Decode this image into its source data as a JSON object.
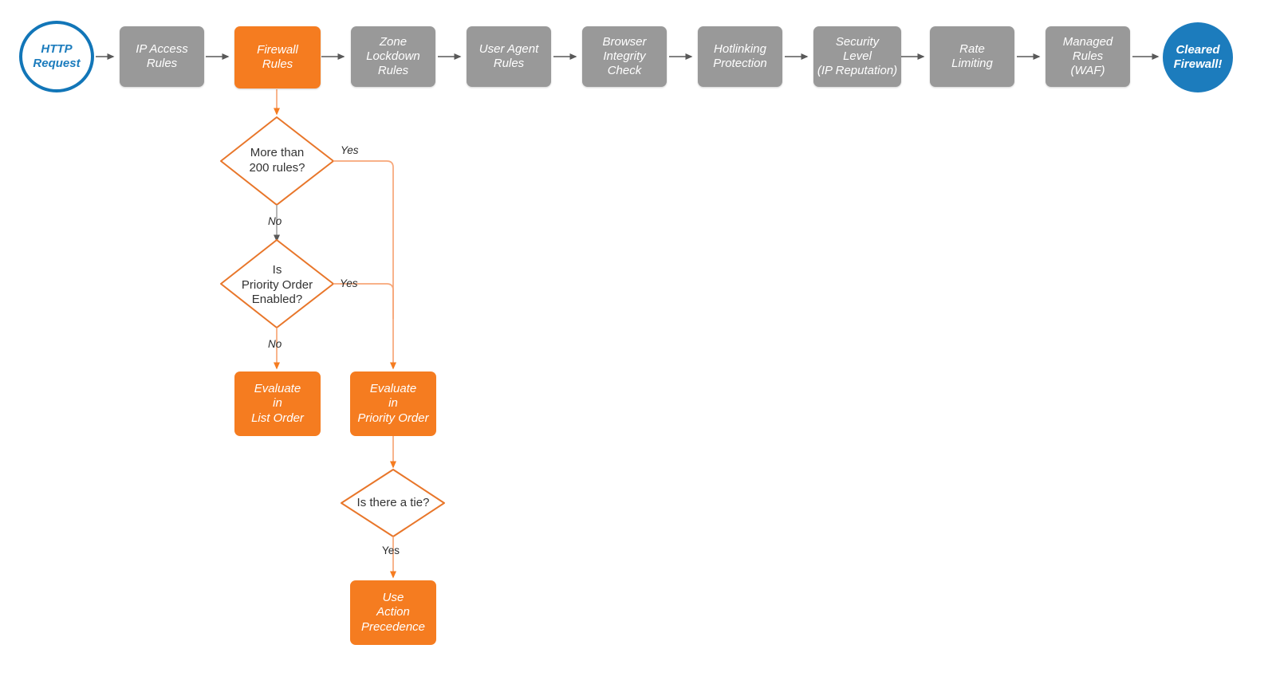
{
  "diagram": {
    "title": "Cloudflare Firewall Rules evaluation flowchart",
    "colors": {
      "orange": "#f57c20",
      "orange_light": "#f7a678",
      "gray": "#999999",
      "gray_arrow": "#595959",
      "blue": "#1c7cbd",
      "text_dark": "#333333",
      "white": "#ffffff"
    }
  },
  "pipeline": {
    "start": {
      "label": "HTTP\nRequest",
      "shape": "circle",
      "style": "start"
    },
    "steps": [
      {
        "id": "ip-access-rules",
        "label": "IP Access\nRules",
        "style": "gray"
      },
      {
        "id": "firewall-rules",
        "label": "Firewall\nRules",
        "style": "orange"
      },
      {
        "id": "zone-lockdown-rules",
        "label": "Zone\nLockdown\nRules",
        "style": "gray"
      },
      {
        "id": "user-agent-rules",
        "label": "User Agent\nRules",
        "style": "gray"
      },
      {
        "id": "browser-integrity",
        "label": "Browser\nIntegrity\nCheck",
        "style": "gray"
      },
      {
        "id": "hotlinking-protection",
        "label": "Hotlinking\nProtection",
        "style": "gray"
      },
      {
        "id": "security-level",
        "label": "Security\nLevel\n(IP Reputation)",
        "style": "gray"
      },
      {
        "id": "rate-limiting",
        "label": "Rate\nLimiting",
        "style": "gray"
      },
      {
        "id": "managed-rules-waf",
        "label": "Managed\nRules\n(WAF)",
        "style": "gray"
      }
    ],
    "end": {
      "label": "Cleared\nFirewall!",
      "shape": "circle",
      "style": "end"
    }
  },
  "branch": {
    "decisions": [
      {
        "id": "more-than-200-rules",
        "label": "More than\n200 rules?"
      },
      {
        "id": "priority-order-enabled",
        "label": "Is\nPriority Order\nEnabled?"
      },
      {
        "id": "is-there-a-tie",
        "label": "Is there a tie?"
      }
    ],
    "actions": [
      {
        "id": "evaluate-list-order",
        "label": "Evaluate\nin\nList Order"
      },
      {
        "id": "evaluate-priority-order",
        "label": "Evaluate\nin\nPriority Order"
      },
      {
        "id": "use-action-precedence",
        "label": "Use\nAction\nPrecedence"
      }
    ],
    "edge_labels": {
      "more_than_200_yes": "Yes",
      "more_than_200_no": "No",
      "priority_order_yes": "Yes",
      "priority_order_no": "No",
      "tie_yes": "Yes"
    }
  }
}
